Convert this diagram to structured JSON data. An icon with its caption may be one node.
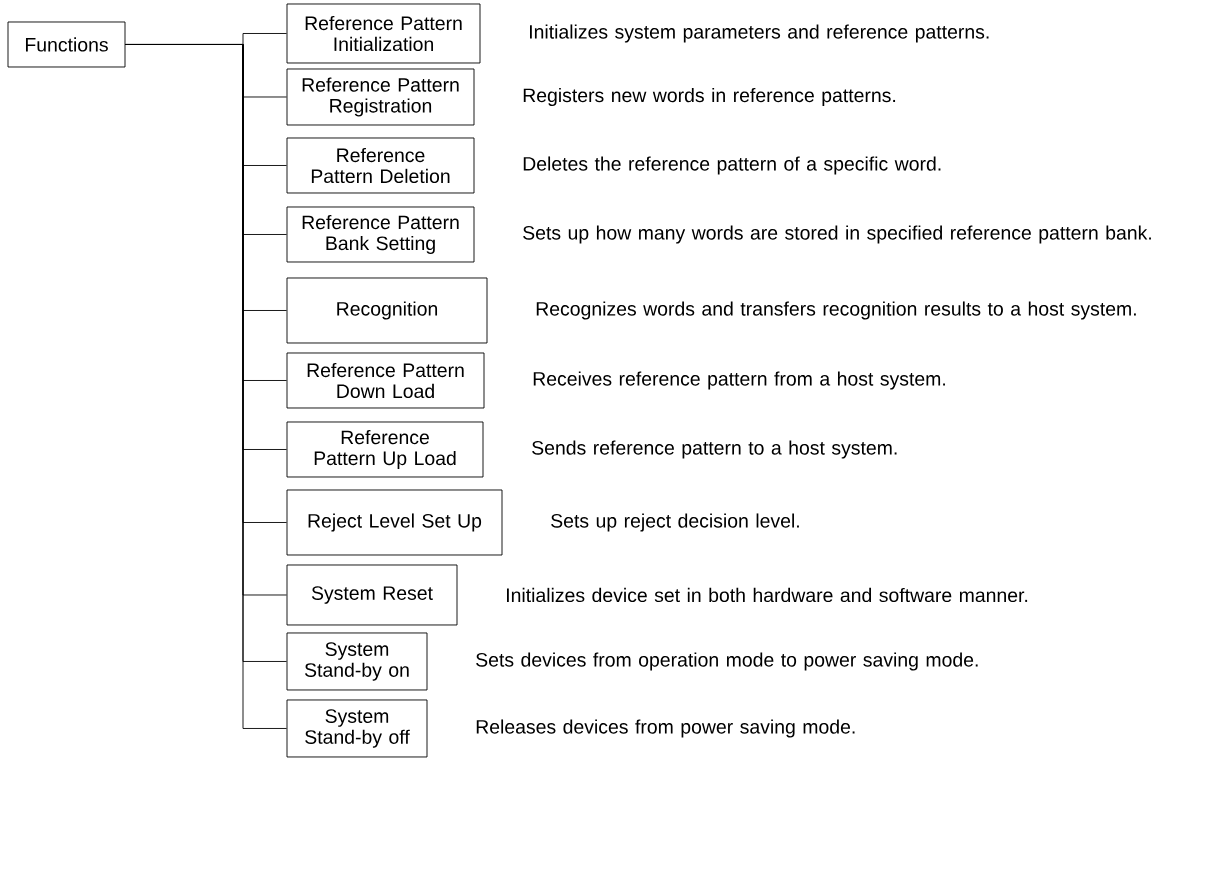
{
  "diagram": {
    "nodes": [
      {
        "text": [
          "Functions"
        ]
      },
      {
        "text": [
          "Reference Pattern Initialization"
        ],
        "beside": [
          "Initializes system parameters and reference patterns."
        ]
      },
      {
        "text": [
          "Reference Pattern Registration"
        ],
        "beside": [
          "Registers new words in reference patterns."
        ]
      },
      {
        "text": [
          "Reference Pattern Deletion"
        ],
        "beside": [
          "Deletes the reference pattern of a specific word."
        ]
      },
      {
        "text": [
          "Reference Pattern Bank Setting"
        ],
        "beside": [
          "Sets up how many words are stored in specified reference pattern bank."
        ]
      },
      {
        "text": [
          "Recognition"
        ],
        "beside": [
          "Recognizes words and transfers recognition results to a host system."
        ]
      },
      {
        "text": [
          "Reference Pattern Down Load"
        ],
        "beside": [
          "Receives reference pattern from a host system."
        ]
      },
      {
        "text": [
          "Reference Pattern Up Load"
        ],
        "beside": [
          "Sends reference pattern to a host system."
        ]
      },
      {
        "text": [
          "Reject Level Set Up"
        ],
        "beside": [
          "Sets up reject decision level."
        ]
      },
      {
        "text": [
          "System Reset"
        ],
        "beside": [
          "Initializes device set in both hardware and software manner."
        ]
      },
      {
        "text": [
          "System Stand-by on"
        ],
        "beside": [
          "Sets devices from operation mode to power saving mode."
        ]
      },
      {
        "text": [
          "System Stand-by off"
        ],
        "beside": [
          "Releases devices from power saving mode."
        ]
      }
    ],
    "edges": [
      {
        "from": 0,
        "to": 1,
        "arrow": "none"
      },
      {
        "from": 0,
        "to": 2,
        "arrow": "none"
      },
      {
        "from": 0,
        "to": 3,
        "arrow": "none"
      },
      {
        "from": 0,
        "to": 4,
        "arrow": "none"
      },
      {
        "from": 0,
        "to": 5,
        "arrow": "none"
      },
      {
        "from": 0,
        "to": 6,
        "arrow": "none"
      },
      {
        "from": 0,
        "to": 7,
        "arrow": "none"
      },
      {
        "from": 0,
        "to": 8,
        "arrow": "none"
      },
      {
        "from": 0,
        "to": 9,
        "arrow": "none"
      },
      {
        "from": 0,
        "to": 10,
        "arrow": "none"
      },
      {
        "from": 0,
        "to": 11,
        "arrow": "none"
      }
    ]
  }
}
